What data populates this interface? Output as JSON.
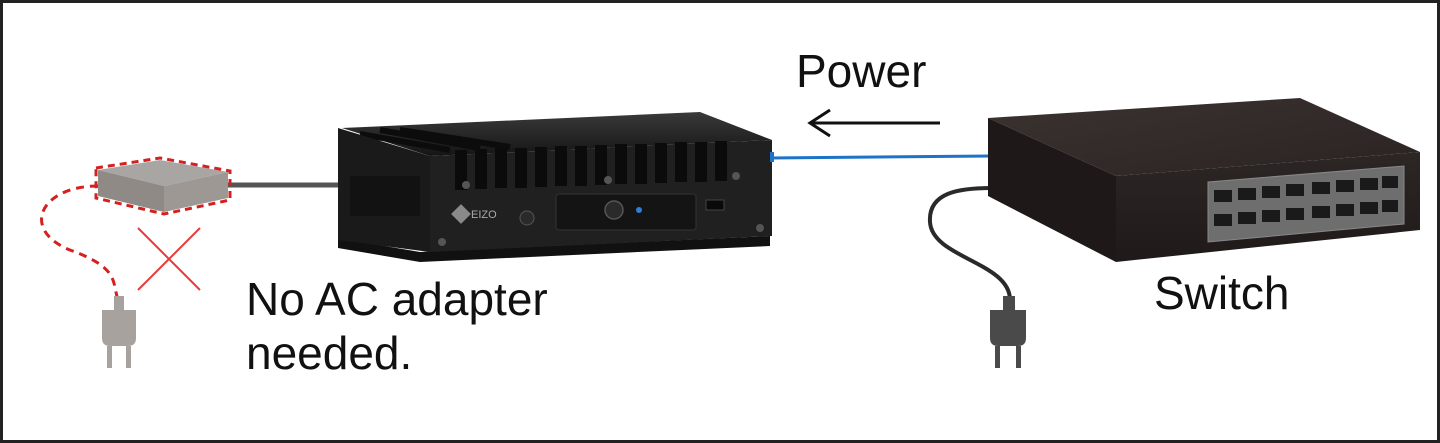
{
  "diagram": {
    "power_label": "Power",
    "switch_label": "Switch",
    "no_adapter_line1": "No AC adapter",
    "no_adapter_line2": "needed.",
    "device_brand": "EIZO"
  },
  "colors": {
    "lan_cable": "#1e73c8",
    "not_needed_outline": "#d42020",
    "cross_mark": "#e83a3a",
    "plug_unused": "#a8a29e",
    "plug_used": "#4a4a4a",
    "device_body": "#1c1c1c",
    "switch_body": "#3a3230"
  },
  "icons": {
    "arrow": "arrow-left-icon",
    "cross": "cross-icon",
    "plug_left": "power-plug-icon",
    "plug_right": "power-plug-icon",
    "adapter": "ac-adapter-icon",
    "device": "mini-pc-device",
    "switch": "poe-switch-device"
  }
}
